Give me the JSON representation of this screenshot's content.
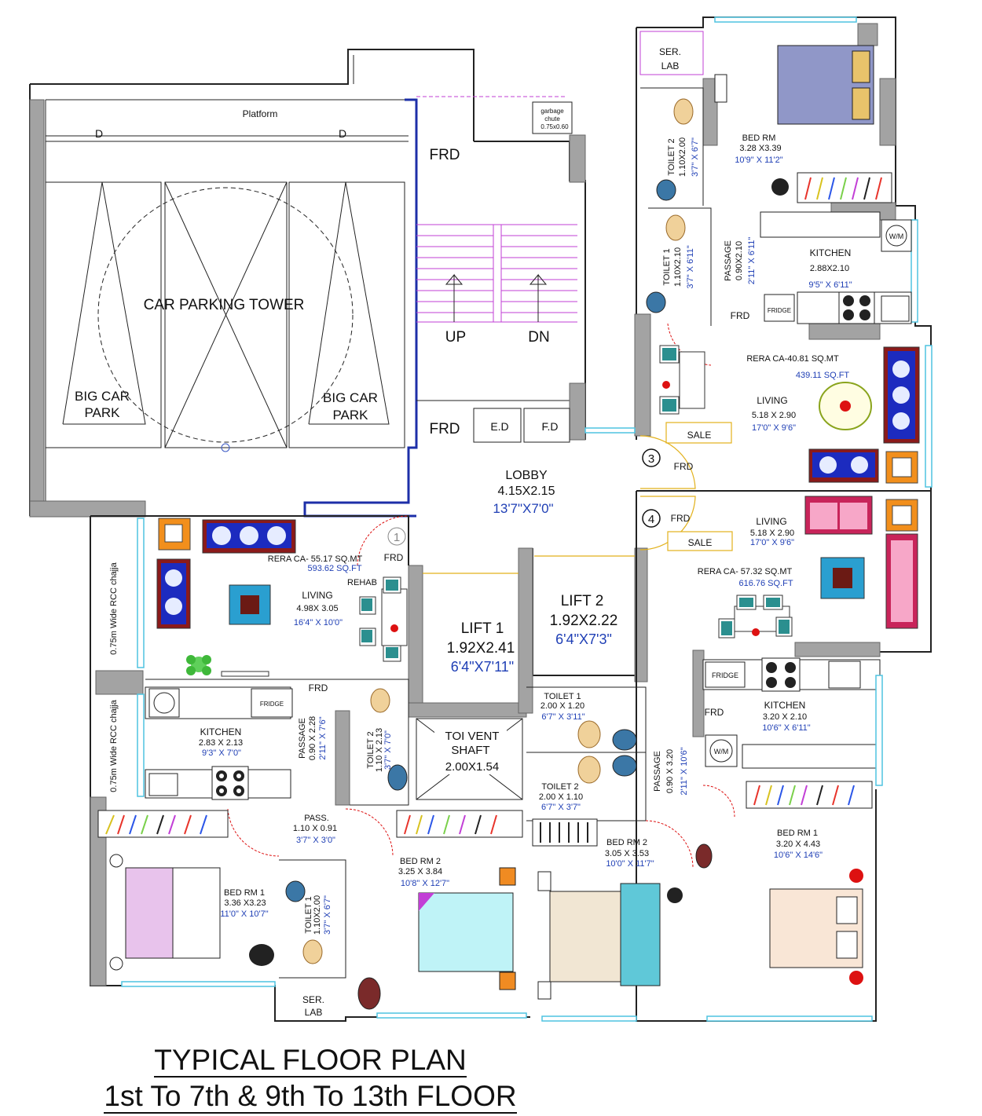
{
  "title": {
    "line1": "TYPICAL FLOOR PLAN",
    "line2": "1st To 7th & 9th To 13th FLOOR"
  },
  "parking": {
    "platform": "Platform",
    "door_left": "D",
    "door_right": "D",
    "tower": "CAR PARKING TOWER",
    "big_car_left_1": "BIG CAR",
    "big_car_left_2": "PARK",
    "big_car_right_1": "BIG CAR",
    "big_car_right_2": "PARK",
    "garbage_1": "garbage",
    "garbage_2": "chute",
    "garbage_3": "0.75x0.60",
    "chajja_top": "0.75m Wide RCC chajja",
    "chajja_bottom": "0.75m Wide RCC chajja"
  },
  "core": {
    "frd_stair_top": "FRD",
    "up": "UP",
    "dn": "DN",
    "frd_stair_bottom": "FRD",
    "ed": "E.D",
    "fd": "F.D",
    "lobby": "LOBBY",
    "lobby_size": "4.15X2.15",
    "lobby_ft": "13'7\"X7'0\"",
    "lift1": "LIFT 1",
    "lift1_size": "1.92X2.41",
    "lift1_ft": "6'4\"X7'11\"",
    "lift2": "LIFT 2",
    "lift2_size": "1.92X2.22",
    "lift2_ft": "6'4\"X7'3\"",
    "shaft1": "TOI VENT",
    "shaft2": "SHAFT",
    "shaft_size": "2.00X1.54"
  },
  "flat1": {
    "num": "1",
    "frd_entry": "FRD",
    "rera": "RERA CA- 55.17  SQ.MT",
    "rera_ft": "593.62 SQ.FT",
    "rehab": "REHAB",
    "living": "LIVING",
    "living_size": "4.98X 3.05",
    "living_ft": "16'4\" X 10'0\"",
    "frd_kitchen": "FRD",
    "fridge": "FRIDGE",
    "kitchen": "KITCHEN",
    "kitchen_size": "2.83 X 2.13",
    "kitchen_ft": "9'3\" X 7'0\"",
    "passage": "PASSAGE",
    "passage_size": "0.90 X 2.28",
    "passage_ft": "2'11\" X 7'6\"",
    "toilet2": "TOILET 2",
    "toilet2_size": "1.10 X 2.13",
    "toilet2_ft": "3'7\" X 7'0\"",
    "pass": "PASS.",
    "pass_size": "1.10 X 0.91",
    "pass_ft": "3'7\" X 3'0\"",
    "bed1": "BED RM 1",
    "bed1_size": "3.36 X3.23",
    "bed1_ft": "11'0\" X 10'7\"",
    "toilet1": "TOILET 1",
    "toilet1_size": "1.10X2.00",
    "toilet1_ft": "3'7\" X 6'7\"",
    "serlab1": "SER.",
    "serlab2": "LAB",
    "bed2": "BED RM 2",
    "bed2_size": "3.25 X 3.84",
    "bed2_ft": "10'8\" X 12'7\""
  },
  "flat3": {
    "num": "3",
    "frd_entry": "FRD",
    "serlab1": "SER.",
    "serlab2": "LAB",
    "toilet2": "TOILET 2",
    "toilet2_size": "1.10X2.00",
    "toilet2_ft": "3'7\" X 6'7\"",
    "bed": "BED RM",
    "bed_size": "3.28 X3.39",
    "bed_ft": "10'9\" X 11'2\"",
    "toilet1": "TOILET 1",
    "toilet1_size": "1.10X2.10",
    "toilet1_ft": "3'7\" X 6'11\"",
    "passage": "PASSAGE",
    "passage_size": "0.90X2.10",
    "passage_ft": "2'11\" X 6'11\"",
    "kitchen": "KITCHEN",
    "kitchen_size": "2.88X2.10",
    "kitchen_ft": "9'5\" X 6'11\"",
    "wm": "W/M",
    "fridge": "FRIDGE",
    "frd_kitchen": "FRD",
    "rera": "RERA CA-40.81 SQ.MT",
    "rera_ft": "439.11 SQ.FT",
    "living": "LIVING",
    "living_size": "5.18 X 2.90",
    "living_ft": "17'0\" X 9'6\"",
    "sale": "SALE"
  },
  "flat4": {
    "num": "4",
    "frd_entry": "FRD",
    "sale": "SALE",
    "living": "LIVING",
    "living_size": "5.18 X 2.90",
    "living_ft": "17'0\" X 9'6\"",
    "rera": "RERA CA- 57.32 SQ.MT",
    "rera_ft": "616.76 SQ.FT",
    "fridge": "FRIDGE",
    "frd_kitchen": "FRD",
    "kitchen": "KITCHEN",
    "kitchen_size": "3.20 X 2.10",
    "kitchen_ft": "10'6\" X 6'11\"",
    "wm": "W/M",
    "toilet1": "TOILET 1",
    "toilet1_size": "2.00 X 1.20",
    "toilet1_ft": "6'7\" X 3'11\"",
    "toilet2": "TOILET 2",
    "toilet2_size": "2.00 X 1.10",
    "toilet2_ft": "6'7\" X 3'7\"",
    "passage": "PASSAGE",
    "passage_size": "0.90 X 3.20",
    "passage_ft": "2'11\" X 10'6\"",
    "bed2": "BED RM 2",
    "bed2_size": "3.05 X 3.53",
    "bed2_ft": "10'0\" X 11'7\"",
    "bed1": "BED RM 1",
    "bed1_size": "3.20 X 4.43",
    "bed1_ft": "10'6\" X 14'6\""
  },
  "colors": {
    "wall": "#222222",
    "column": "#a3a3a3",
    "window": "#4fc3e0",
    "dim_text": "#1f3fb5",
    "door_swing": "#dd1111",
    "accent_magenta": "#c23fd6"
  }
}
